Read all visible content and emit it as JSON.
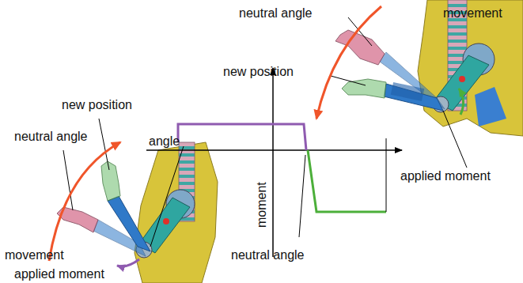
{
  "diagram": {
    "labels": [
      "neutral angle",
      "movement",
      "new position",
      "new position",
      "neutral angle",
      "angle",
      "applied moment",
      "moment",
      "neutral angle",
      "movement",
      "applied moment"
    ]
  }
}
